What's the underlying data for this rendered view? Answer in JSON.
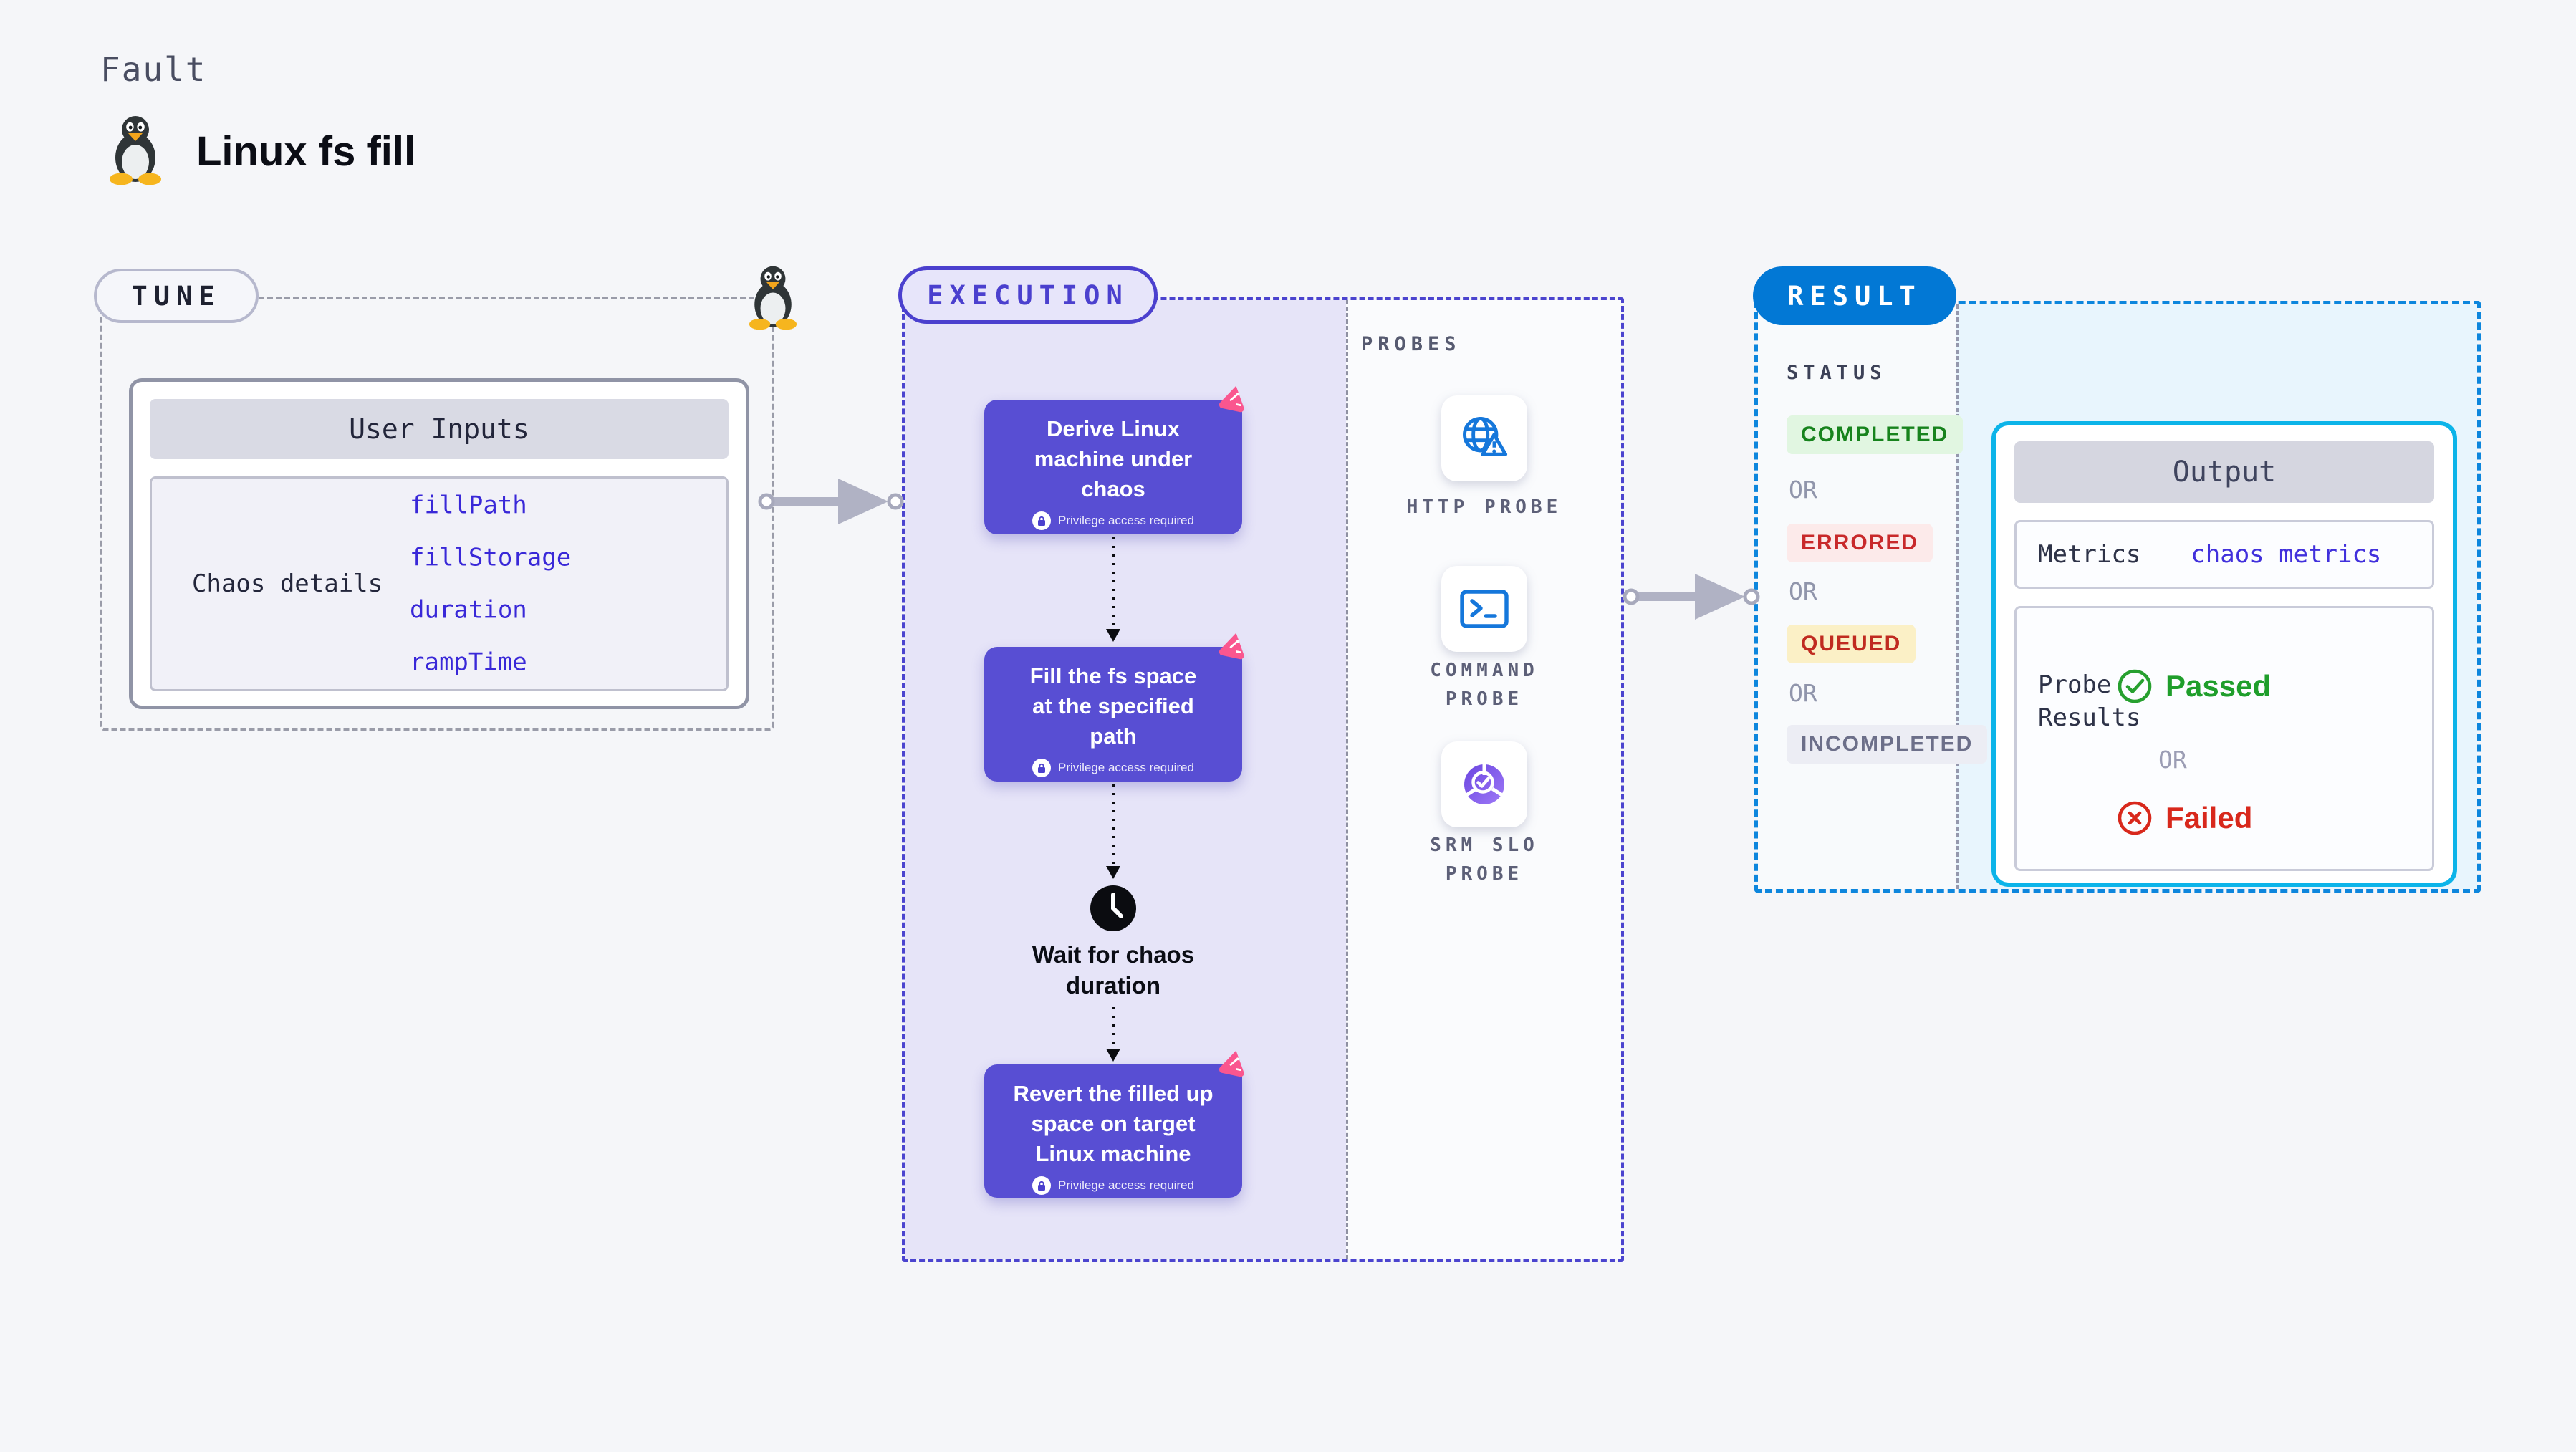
{
  "header": {
    "kicker": "Fault",
    "title": "Linux fs fill",
    "icon": "tux-penguin"
  },
  "tune": {
    "label": "TUNE",
    "user_inputs": {
      "header": "User Inputs",
      "row_label": "Chaos details",
      "params": [
        "fillPath",
        "fillStorage",
        "duration",
        "rampTime"
      ]
    }
  },
  "execution": {
    "label": "EXECUTION",
    "steps": [
      {
        "title": "Derive Linux\nmachine under\nchaos",
        "note": "Privilege access required",
        "icon": "chaos-badge"
      },
      {
        "title": "Fill the fs space\nat the specified\npath",
        "note": "Privilege access required",
        "icon": "chaos-badge"
      },
      {
        "title": "Revert the filled up\nspace on target\nLinux machine",
        "note": "Privilege access required",
        "icon": "chaos-badge"
      }
    ],
    "wait_step": {
      "title": "Wait for chaos\nduration",
      "icon": "clock"
    },
    "probes": {
      "label": "PROBES",
      "items": [
        {
          "label": "HTTP PROBE",
          "icon": "globe-alert"
        },
        {
          "label": "COMMAND\nPROBE",
          "icon": "terminal"
        },
        {
          "label": "SRM SLO\nPROBE",
          "icon": "slo-donut-check"
        }
      ]
    }
  },
  "result": {
    "label": "RESULT",
    "status": {
      "label": "STATUS",
      "separator": "OR",
      "options": [
        {
          "label": "COMPLETED",
          "bg": "#E1F6E1",
          "color": "#17831D"
        },
        {
          "label": "ERRORED",
          "bg": "#FCEAEA",
          "color": "#C8292B"
        },
        {
          "label": "QUEUED",
          "bg": "#FBF0C6",
          "color": "#C02B20"
        },
        {
          "label": "INCOMPLETED",
          "bg": "#ECEDF4",
          "color": "#6C6F89"
        }
      ]
    },
    "output": {
      "header": "Output",
      "metrics_label": "Metrics",
      "metrics_value": "chaos metrics",
      "probe_results_label": "Probe\nResults",
      "passed_label": "Passed",
      "separator": "OR",
      "failed_label": "Failed"
    }
  },
  "colors": {
    "page_bg": "#F5F6F9",
    "indigo_step": "#584ED3",
    "indigo_border": "#4B40CE",
    "lavender_bg": "#E6E4F8",
    "result_blue": "#0278D5",
    "result_dash": "#0D86DD",
    "output_border": "#0CB4E9",
    "output_bg": "#E8F5FD",
    "param_blue": "#3928D8",
    "metrics_blue": "#4130DC",
    "passed_green": "#1F9E2B",
    "failed_red": "#D8281C",
    "pink_badge": "#FA568F",
    "probe_icon_blue": "#1577DB",
    "connector_gray": "#B0B2C4"
  }
}
